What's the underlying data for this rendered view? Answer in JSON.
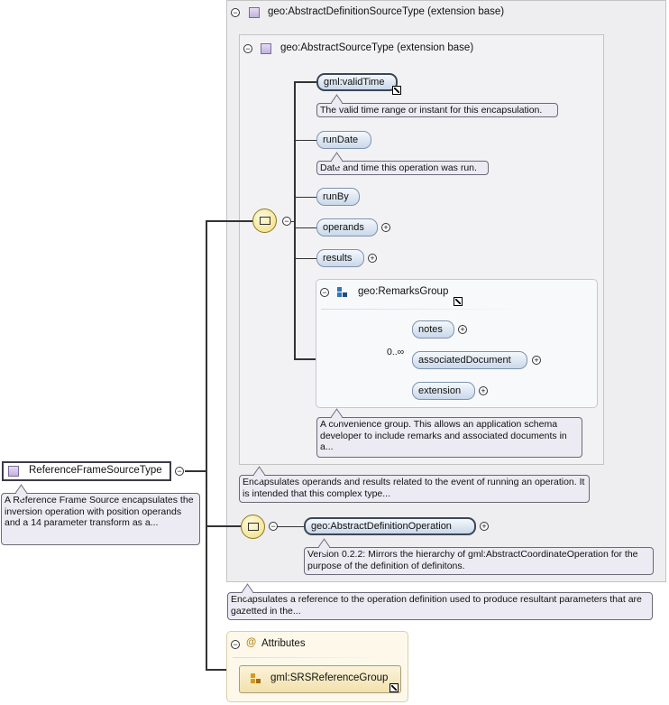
{
  "root": {
    "name": "ReferenceFrameSourceType",
    "doc": "A Reference Frame Source encapsulates the inversion operation with position operands and a 14 parameter transform as a..."
  },
  "outer_base": {
    "header": "geo:AbstractDefinitionSourceType (extension base)",
    "doc": "Encapsulates a reference to the operation definition used to produce resultant parameters that are gazetted in the..."
  },
  "inner_base": {
    "header": "geo:AbstractSourceType (extension base)",
    "doc": "Encapsulates operands and results related to the event of running an operation. It is intended that this complex type..."
  },
  "elements": {
    "validTime": {
      "label": "gml:validTime",
      "doc": "The valid time range or instant for this encapsulation."
    },
    "runDate": {
      "label": "runDate",
      "doc": "Date and time this operation was run."
    },
    "runBy": {
      "label": "runBy"
    },
    "operands": {
      "label": "operands"
    },
    "results": {
      "label": "results"
    }
  },
  "remarks_group": {
    "header": "geo:RemarksGroup",
    "cardinality": "0..∞",
    "items": [
      "notes",
      "associatedDocument",
      "extension"
    ],
    "doc": "A convenience group. This allows an application schema developer to include remarks and associated documents in a..."
  },
  "definition_operation": {
    "label": "geo:AbstractDefinitionOperation",
    "doc": "Version 0.2.2: Mirrors the hierarchy of gml:AbstractCoordinateOperation for the purpose of the definition of definitons."
  },
  "attributes": {
    "header": "Attributes",
    "at_symbol": "@",
    "group": "gml:SRSReferenceGroup"
  },
  "symbols": {
    "collapse": "−",
    "expand": "+"
  },
  "colors": {
    "element_fill": "#c9d8ea",
    "sequence_fill": "#f0dc7a",
    "attributes_fill": "#fdf8ea",
    "doc_fill": "#eceaf2"
  }
}
